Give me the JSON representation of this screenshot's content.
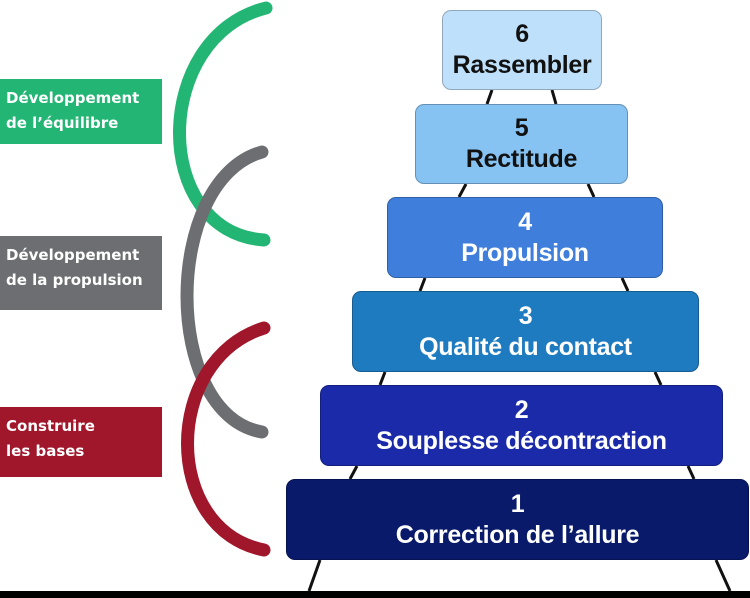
{
  "labels": {
    "balance": {
      "line1": "Développement",
      "line2": "de l’équilibre",
      "color": "#22b573"
    },
    "propulsion": {
      "line1": "Développement",
      "line2": "de la propulsion",
      "color": "#6d6e71"
    },
    "bases": {
      "line1": "Construire",
      "line2": "les bases",
      "color": "#a0162b"
    }
  },
  "tiers": [
    {
      "number": "1",
      "name": "Correction de l’allure",
      "color": "#0a1a6b"
    },
    {
      "number": "2",
      "name": "Souplesse décontraction",
      "color": "#1a2aa8"
    },
    {
      "number": "3",
      "name": "Qualité du contact",
      "color": "#1e7bc0"
    },
    {
      "number": "4",
      "name": "Propulsion",
      "color": "#3f7fdb"
    },
    {
      "number": "5",
      "name": "Rectitude",
      "color": "#86c2f2"
    },
    {
      "number": "6",
      "name": "Rassembler",
      "color": "#bfe0fa"
    }
  ]
}
